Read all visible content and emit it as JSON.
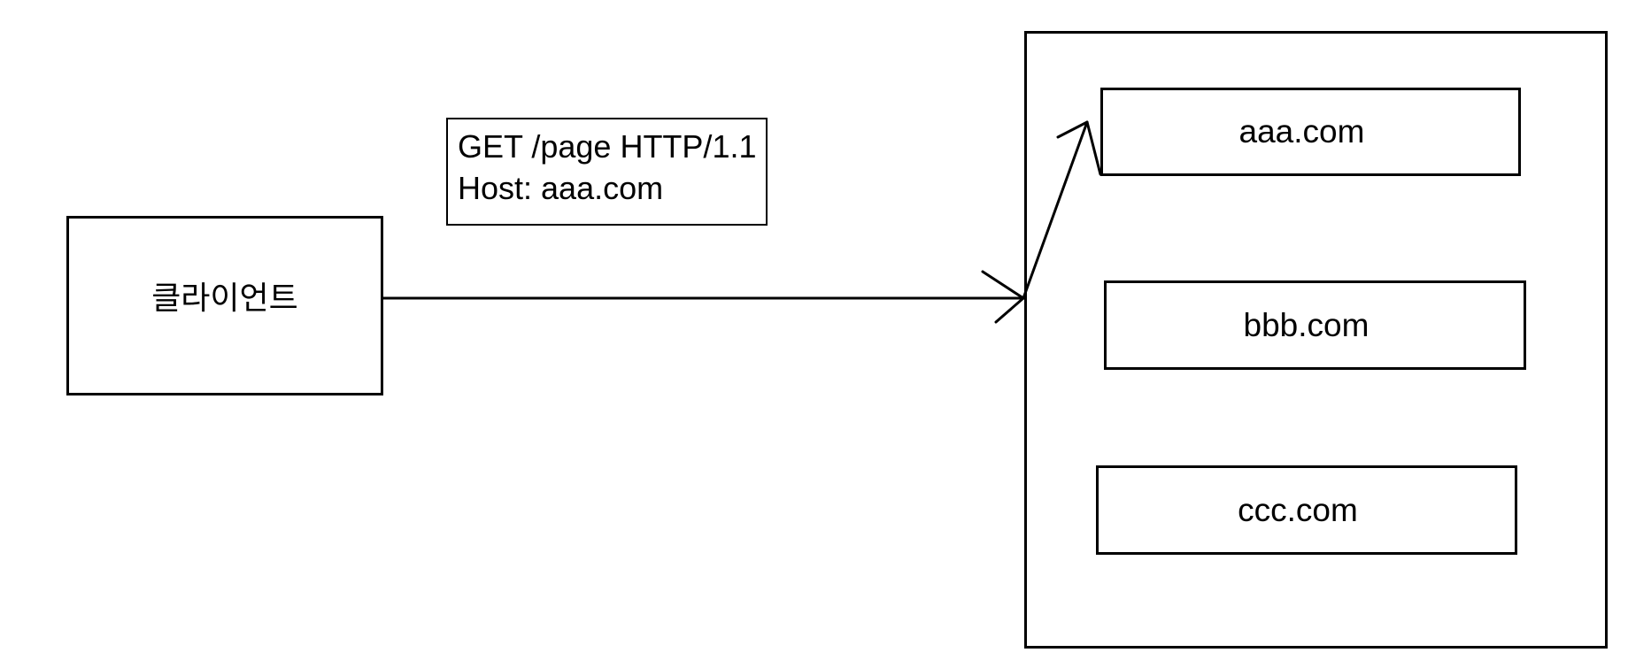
{
  "diagram": {
    "background_color": "#ffffff",
    "stroke_color": "#000000",
    "client": {
      "label": "클라이언트"
    },
    "request": {
      "line1": "GET /page HTTP/1.1",
      "line2": "Host: aaa.com"
    },
    "server": {
      "hosts": [
        {
          "label": "aaa.com"
        },
        {
          "label": "bbb.com"
        },
        {
          "label": "ccc.com"
        }
      ]
    }
  }
}
